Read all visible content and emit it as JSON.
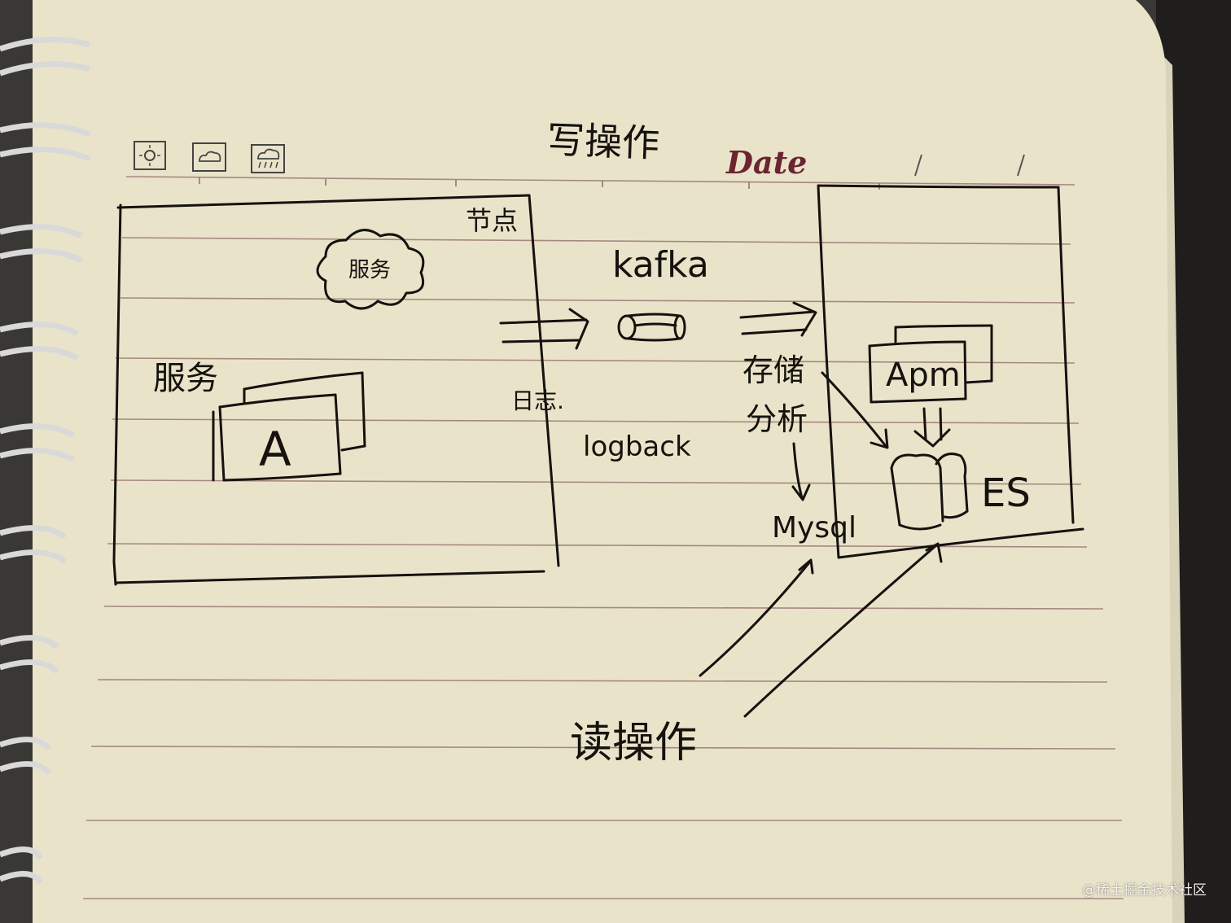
{
  "notebook": {
    "date_label": "Date",
    "weather_icons": [
      "sun-icon",
      "cloud-icon",
      "rain-icon"
    ]
  },
  "diagram": {
    "title_write": "写操作",
    "title_read": "读操作",
    "node_label": "节点",
    "service_label": "服务",
    "app_box_label": "A",
    "cloud_label": "服务",
    "kafka_label": "kafka",
    "log_label": "日志.",
    "logback_label": "logback",
    "store_line1": "存储",
    "store_line2": "分析",
    "mysql_label": "Mysql",
    "apm_label": "Apm",
    "es_label": "ES"
  },
  "watermark": "@稀土掘金技术社区",
  "colors": {
    "paper": "#e9e4c9",
    "ink": "#15120f",
    "rule_line": "#8d6a6a",
    "date_text": "#6b2430"
  }
}
